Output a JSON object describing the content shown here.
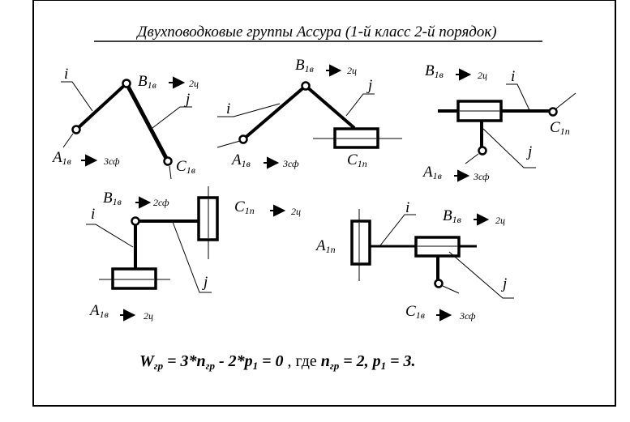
{
  "title": "Двухповодковые группы Ассура (1-й класс 2-й порядок)",
  "link_labels": {
    "i": "i",
    "j": "j"
  },
  "groups": [
    {
      "id": "rrr",
      "joints": [
        {
          "name": "A",
          "sub": "1в",
          "mark": "3сф"
        },
        {
          "name": "B",
          "sub": "1в",
          "mark": "2ц"
        },
        {
          "name": "C",
          "sub": "1в",
          "mark": ""
        }
      ]
    },
    {
      "id": "rrp",
      "joints": [
        {
          "name": "A",
          "sub": "1в",
          "mark": "3сф"
        },
        {
          "name": "B",
          "sub": "1в",
          "mark": "2ц"
        },
        {
          "name": "C",
          "sub": "1п",
          "mark": ""
        }
      ]
    },
    {
      "id": "rpr",
      "joints": [
        {
          "name": "A",
          "sub": "1в",
          "mark": "3сф"
        },
        {
          "name": "B",
          "sub": "1в",
          "mark": "2ц"
        },
        {
          "name": "C",
          "sub": "1п",
          "mark": ""
        }
      ]
    },
    {
      "id": "prp",
      "joints": [
        {
          "name": "A",
          "sub": "1в",
          "mark": "2ц"
        },
        {
          "name": "B",
          "sub": "1в",
          "mark": "2сф"
        },
        {
          "name": "C",
          "sub": "1п",
          "mark": "2ц"
        }
      ]
    },
    {
      "id": "ppr",
      "joints": [
        {
          "name": "A",
          "sub": "1п",
          "mark": ""
        },
        {
          "name": "B",
          "sub": "1в",
          "mark": "2ц"
        },
        {
          "name": "C",
          "sub": "1в",
          "mark": "3сф"
        }
      ]
    }
  ],
  "formula": {
    "W": "W",
    "W_sub": "гр",
    "eq1": " = 3*",
    "n": "n",
    "n_sub": "гр",
    "eq2": " - 2*",
    "p": "p",
    "p_sub": "1",
    "eq3": " = 0",
    "sep": " , где ",
    "n2": "n",
    "n2_sub": "гр",
    "eq4": " = 2, ",
    "p2": "p",
    "p2_sub": "1",
    "eq5": " = 3."
  }
}
